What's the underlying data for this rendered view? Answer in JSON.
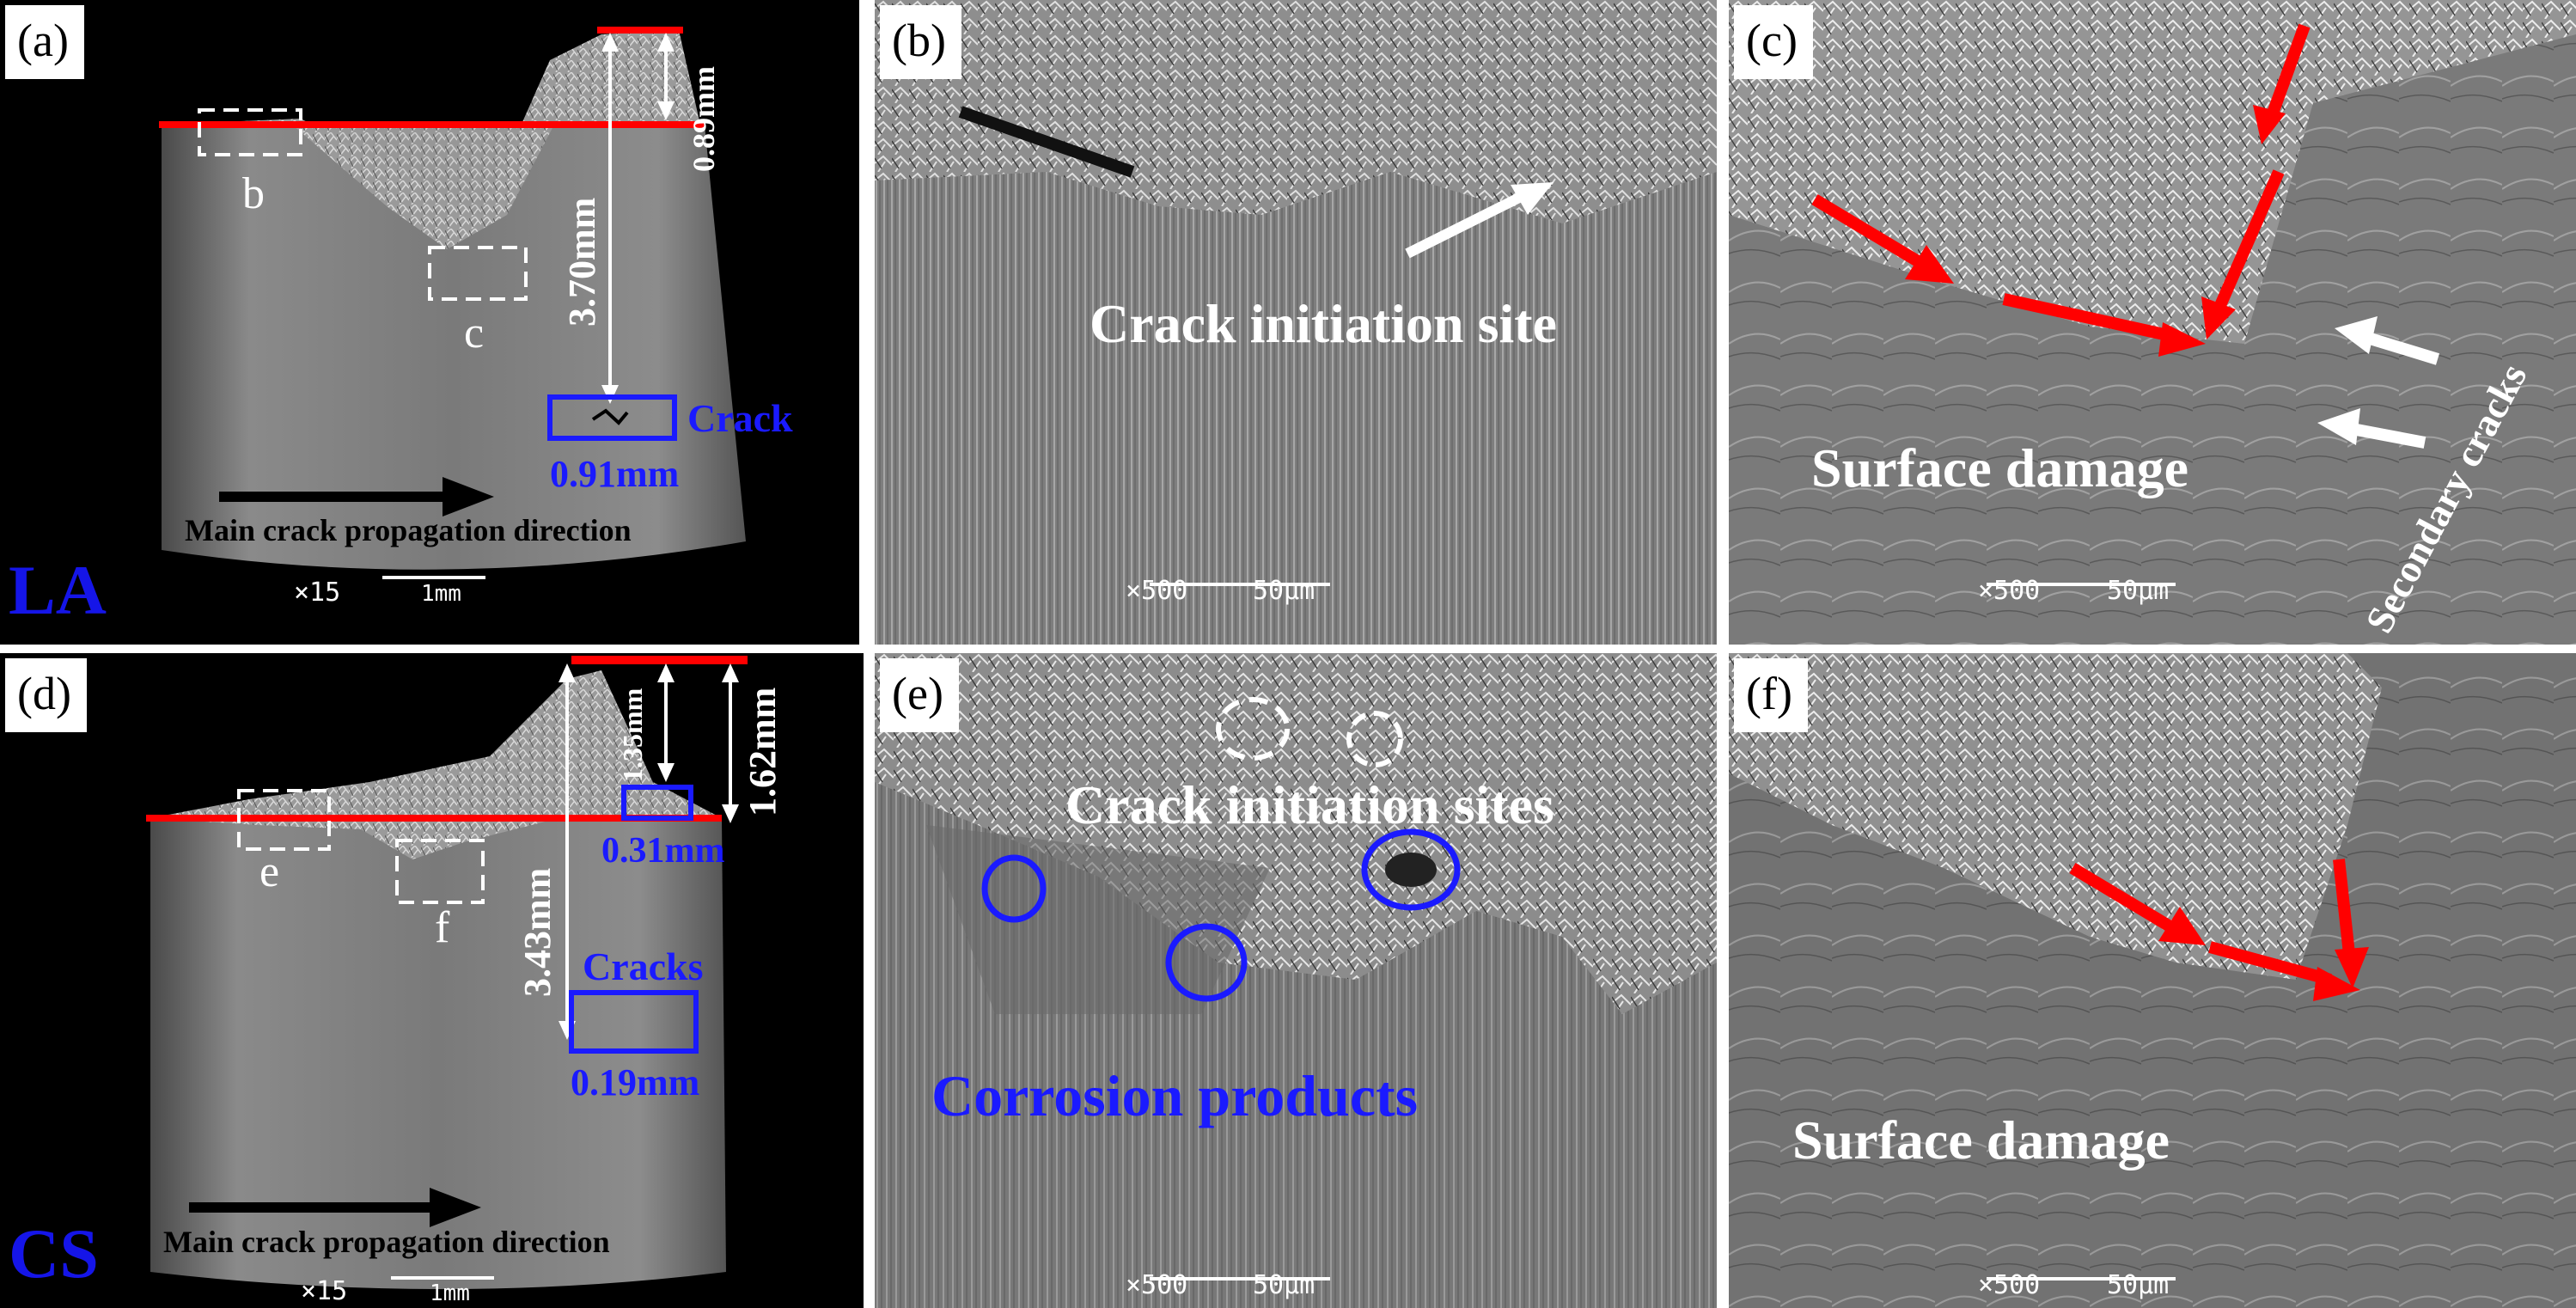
{
  "panels": {
    "a": {
      "label": "(a)",
      "boxes": [
        "b",
        "c"
      ],
      "dim_top": "0.89mm",
      "dim_long": "3.70mm",
      "crack_label": "Crack",
      "crack_width": "0.91mm",
      "direction": "Main crack propagation direction",
      "material": "LA",
      "magnification": "×15",
      "scalebar": "1mm"
    },
    "b": {
      "label": "(b)",
      "annotation": "Crack initiation site",
      "magnification": "×500",
      "scalebar": "50μm"
    },
    "c": {
      "label": "(c)",
      "annotation": "Surface damage",
      "secondary": "Secondary cracks",
      "magnification": "×500",
      "scalebar": "50μm"
    },
    "d": {
      "label": "(d)",
      "boxes": [
        "e",
        "f"
      ],
      "dim_short": "1.35mm",
      "dim_top": "1.62mm",
      "dim_long": "3.43mm",
      "crack_width_small": "0.31mm",
      "crack_label": "Cracks",
      "crack_width": "0.19mm",
      "direction": "Main crack propagation direction",
      "material": "CS",
      "magnification": "×15",
      "scalebar": "1mm"
    },
    "e": {
      "label": "(e)",
      "annotation": "Crack initiation sites",
      "corrosion": "Corrosion products",
      "magnification": "×500",
      "scalebar": "50μm"
    },
    "f": {
      "label": "(f)",
      "annotation": "Surface damage",
      "magnification": "×500",
      "scalebar": "50μm"
    }
  },
  "colors": {
    "red": "#ff0000",
    "blue": "#1a1aff",
    "white": "#ffffff",
    "black": "#000000"
  }
}
